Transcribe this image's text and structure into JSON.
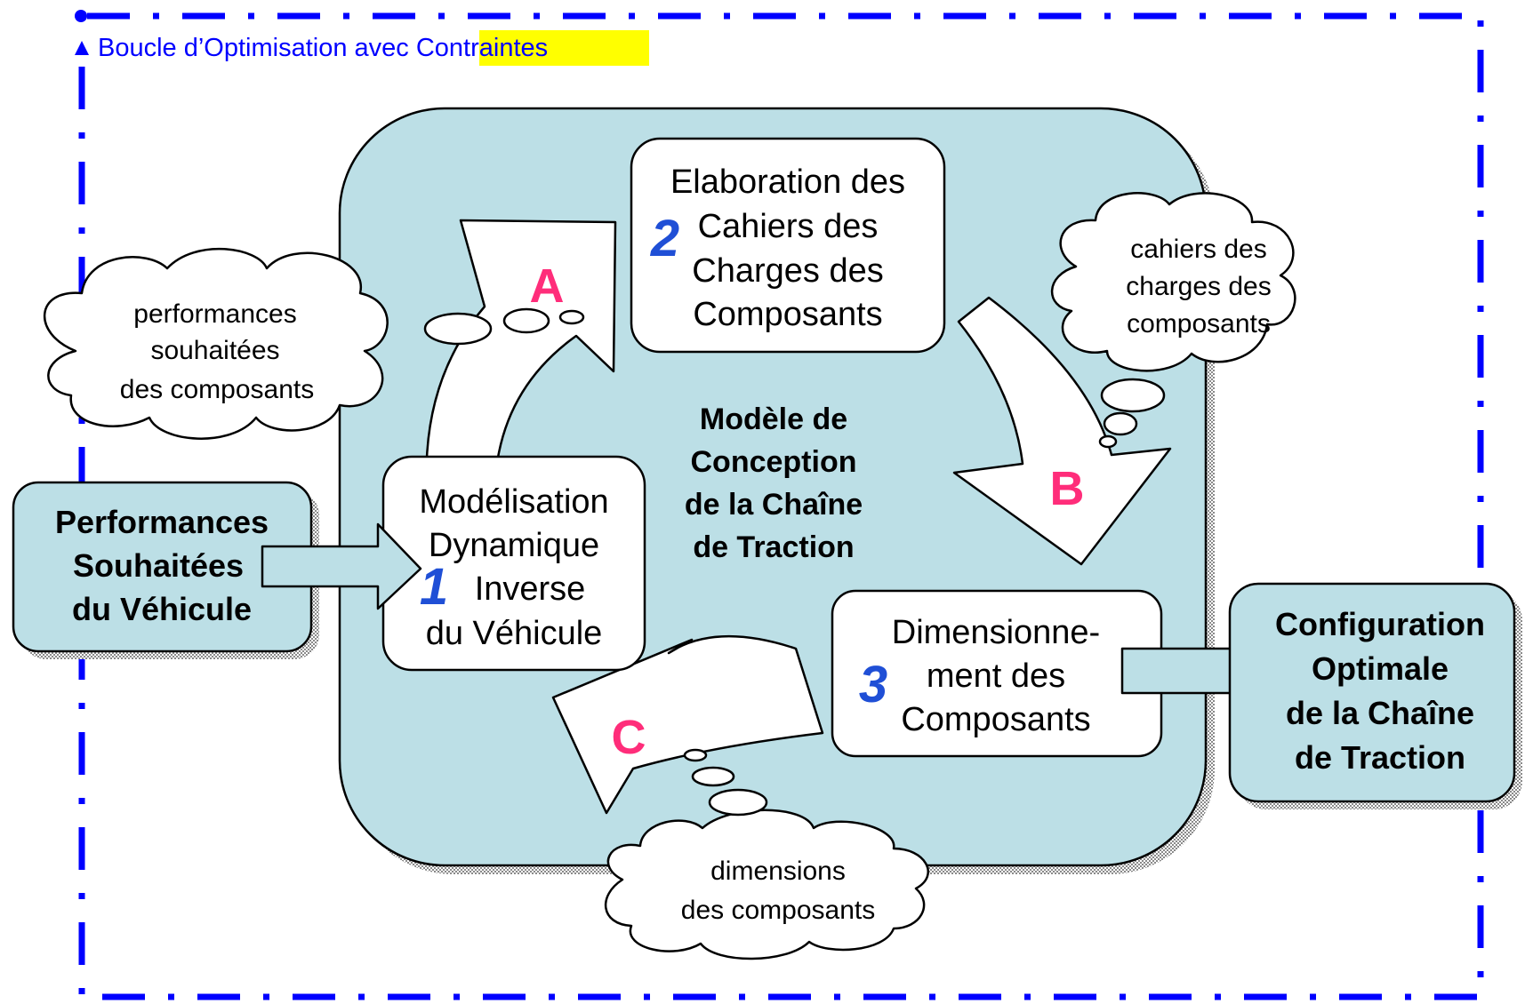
{
  "loop": {
    "label_prefix": "Boucle d’Optimisation avec ",
    "label_highlight": "Contraintes",
    "line_color": "#0000ff",
    "highlight_color": "#ffff00"
  },
  "colors": {
    "panel_fill": "#bcdfe6",
    "number_color": "#1f4fd6",
    "letter_color": "#ff2d7a"
  },
  "input": {
    "lines": [
      "Performances",
      "Souhaitées",
      "du Véhicule"
    ]
  },
  "output": {
    "lines": [
      "Configuration",
      "Optimale",
      "de la Chaîne",
      "de Traction"
    ]
  },
  "center": {
    "lines": [
      "Modèle de",
      "Conception",
      "de la Chaîne",
      "de Traction"
    ]
  },
  "steps": {
    "step1": {
      "number": "1",
      "lines": [
        "Modélisation",
        "Dynamique",
        "Inverse",
        "du Véhicule"
      ]
    },
    "step2": {
      "number": "2",
      "lines": [
        "Elaboration des",
        "Cahiers des",
        "Charges des",
        "Composants"
      ]
    },
    "step3": {
      "number": "3",
      "lines": [
        "Dimensionne-",
        "ment des",
        "Composants"
      ]
    }
  },
  "arrows": {
    "a": "A",
    "b": "B",
    "c": "C"
  },
  "clouds": {
    "performances": [
      "performances",
      "souhaitées",
      "des composants"
    ],
    "cahiers": [
      "cahiers des",
      "charges des",
      "composants"
    ],
    "dimensions": [
      "dimensions",
      "des composants"
    ]
  }
}
